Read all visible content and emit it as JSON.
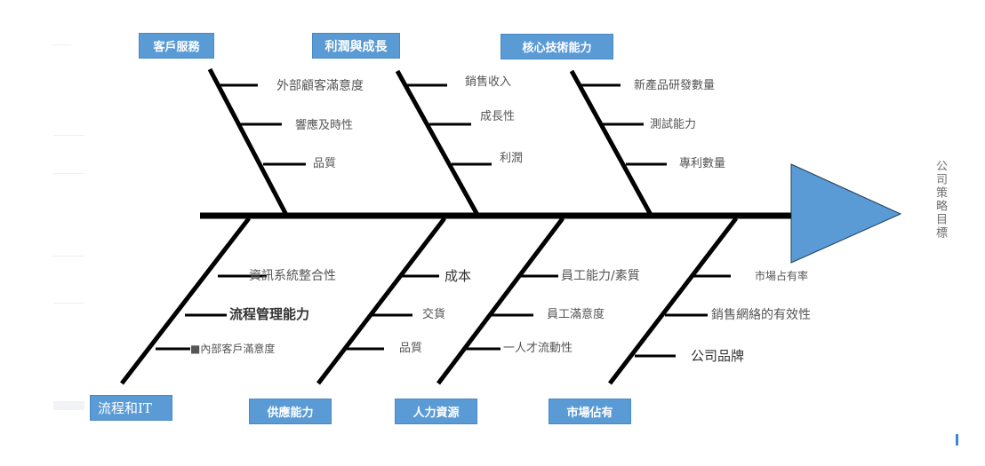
{
  "diagram": {
    "type": "fishbone",
    "head": {
      "label": "公司策略目標",
      "color": "#5b9bd5"
    },
    "spine_color": "#000000",
    "categories_top": [
      {
        "label": "客戶服務",
        "causes": [
          "外部顧客滿意度",
          "響應及時性",
          "品質"
        ]
      },
      {
        "label": "利潤與成長",
        "causes": [
          "銷售收入",
          "成長性",
          "利潤"
        ]
      },
      {
        "label": "核心技術能力",
        "causes": [
          "新產品研發數量",
          "測試能力",
          "專利數量"
        ]
      }
    ],
    "categories_bottom": [
      {
        "label": "流程和IT",
        "causes": [
          "資訊系統整合性",
          "流程管理能力",
          "■內部客戶滿意度"
        ]
      },
      {
        "label": "供應能力",
        "causes": [
          "成本",
          "交貨",
          "品質"
        ]
      },
      {
        "label": "人力資源",
        "causes": [
          "員工能力/素質",
          "員工滿意度",
          "一人才流動性"
        ]
      },
      {
        "label": "市場佔有",
        "causes": [
          "市場占有率",
          "銷售網絡的有效性",
          "公司品牌"
        ]
      }
    ],
    "box_color": "#5b9bd5"
  }
}
